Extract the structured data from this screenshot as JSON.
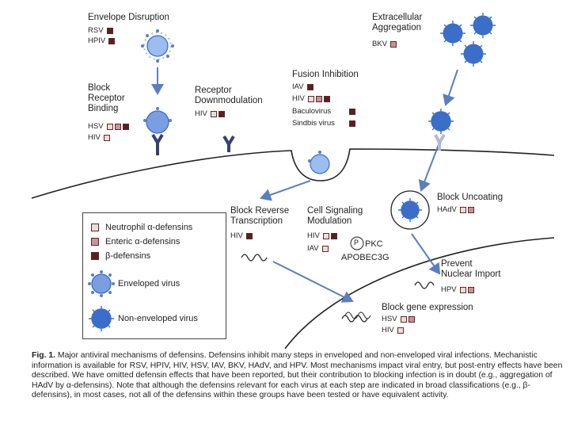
{
  "colors": {
    "membrane": "#222222",
    "arrow": "#5a7fc0",
    "virus": "#7a9ee0",
    "virus_dark": "#3a6ec8",
    "neutrophil": "#f0dada",
    "enteric": "#c99393",
    "beta": "#5b1f23"
  },
  "mechanisms": {
    "envelope_disruption": {
      "title": "Envelope Disruption",
      "viruses": [
        {
          "name": "RSV",
          "marks": [
            "beta"
          ]
        },
        {
          "name": "HPIV",
          "marks": [
            "beta"
          ]
        }
      ]
    },
    "block_receptor_binding": {
      "title_lines": [
        "Block",
        "Receptor",
        "Binding"
      ],
      "viruses": [
        {
          "name": "HSV",
          "marks": [
            "neutro",
            "enteric",
            "beta"
          ]
        },
        {
          "name": "HIV",
          "marks": [
            "neutro"
          ]
        }
      ]
    },
    "receptor_downmodulation": {
      "title_lines": [
        "Receptor",
        "Downmodulation"
      ],
      "viruses": [
        {
          "name": "HIV",
          "marks": [
            "neutro",
            "beta"
          ]
        }
      ]
    },
    "fusion_inhibition": {
      "title": "Fusion Inhibition",
      "viruses": [
        {
          "name": "IAV",
          "marks": [
            "beta"
          ]
        },
        {
          "name": "HIV",
          "marks": [
            "neutro",
            "enteric",
            "beta"
          ]
        },
        {
          "name": "Baculovirus",
          "marks": [
            "beta"
          ]
        },
        {
          "name": "Sindbis virus",
          "marks": [
            "beta"
          ]
        }
      ]
    },
    "extracellular_aggregation": {
      "title_lines": [
        "Extracellular",
        "Aggregation"
      ],
      "viruses": [
        {
          "name": "BKV",
          "marks": [
            "enteric"
          ]
        }
      ]
    },
    "block_reverse_transcription": {
      "title_lines": [
        "Block Reverse",
        "Transcription"
      ],
      "viruses": [
        {
          "name": "HIV",
          "marks": [
            "beta"
          ]
        }
      ]
    },
    "cell_signaling_modulation": {
      "title_lines": [
        "Cell Signaling",
        "Modulation"
      ],
      "viruses": [
        {
          "name": "HIV",
          "marks": [
            "neutro",
            "beta"
          ]
        },
        {
          "name": "IAV",
          "marks": [
            "neutro"
          ]
        }
      ],
      "pkc_label": "PKC",
      "apobec_label": "APOBEC3G",
      "p_label": "P"
    },
    "block_uncoating": {
      "title": "Block Uncoating",
      "viruses": [
        {
          "name": "HAdV",
          "marks": [
            "neutro",
            "enteric"
          ]
        }
      ]
    },
    "prevent_nuclear_import": {
      "title_lines": [
        "Prevent",
        "Nuclear Import"
      ],
      "viruses": [
        {
          "name": "HPV",
          "marks": [
            "neutro",
            "enteric"
          ]
        }
      ]
    },
    "block_gene_expression": {
      "title": "Block gene expression",
      "viruses": [
        {
          "name": "HSV",
          "marks": [
            "neutro",
            "enteric"
          ]
        },
        {
          "name": "HIV",
          "marks": [
            "neutro"
          ]
        }
      ]
    }
  },
  "legend": {
    "items": [
      {
        "label": "Neutrophil α-defensins",
        "mark": "neutro"
      },
      {
        "label": "Enteric α-defensins",
        "mark": "enteric"
      },
      {
        "label": "β-defensins",
        "mark": "beta"
      }
    ],
    "enveloped_label": "Enveloped virus",
    "nonenveloped_label": "Non-enveloped virus"
  },
  "caption": {
    "fig_label": "Fig. 1.",
    "text": "Major antiviral mechanisms of defensins. Defensins inhibit many steps in enveloped and non-enveloped viral infections. Mechanistic information is available for RSV, HPIV, HIV, HSV, IAV, BKV, HAdV, and HPV. Most mechanisms impact viral entry, but post-entry effects have been described. We have omitted defensin effects that have been reported, but their contribution to blocking infection is in doubt (e.g., aggregation of HAdV by α-defensins). Note that although the defensins relevant for each virus at each step are indicated in broad classifications (e.g., β-defensins), in most cases, not all of the defensins within these groups have been tested or have equivalent activity."
  }
}
